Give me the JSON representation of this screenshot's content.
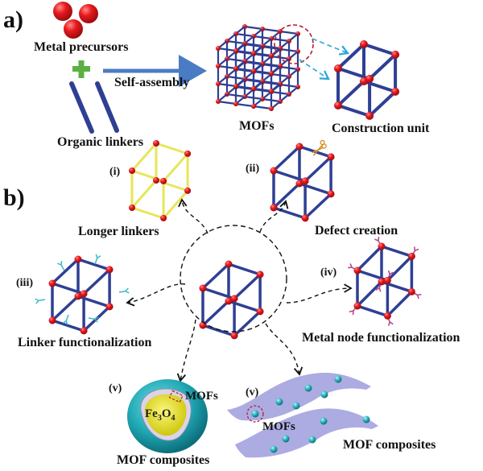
{
  "panels": {
    "a": {
      "label": "a)",
      "metal_precursors": "Metal precursors",
      "organic_linkers": "Organic linkers",
      "self_assembly": "Self-assembly",
      "mofs": "MOFs",
      "construction_unit": "Construction unit"
    },
    "b": {
      "label": "b)",
      "strategies": [
        {
          "numeral": "(i)",
          "caption": "Longer linkers"
        },
        {
          "numeral": "(ii)",
          "caption": "Defect creation"
        },
        {
          "numeral": "(iii)",
          "caption": "Linker functionalization"
        },
        {
          "numeral": "(iv)",
          "caption": "Metal node functionalization"
        },
        {
          "numeral": "(v)",
          "caption": "MOF composites",
          "core_label": "Fe",
          "core_sub1": "3",
          "core_mid": "O",
          "core_sub2": "4",
          "shell_label": "MOFs"
        },
        {
          "numeral": "(v)",
          "caption": "MOF composites",
          "particle_label": "MOFs"
        }
      ]
    }
  },
  "colors": {
    "linker_blue": "#2e3f94",
    "node_red": "#e0191c",
    "long_linker_yellow": "#e6e65a",
    "plus_green": "#5cb043",
    "arrow_blue": "#4a7cc4",
    "dashed_cyan": "#29a7d8",
    "highlight_red": "#b22030",
    "func_cyan": "#3bb9c9",
    "func_magenta": "#b0408a",
    "shell_teal": "#1fa8b3",
    "core_yellow": "#e8e216",
    "sheet_lavender": "#a8a8e0",
    "scissors_orange": "#d88a1e"
  }
}
